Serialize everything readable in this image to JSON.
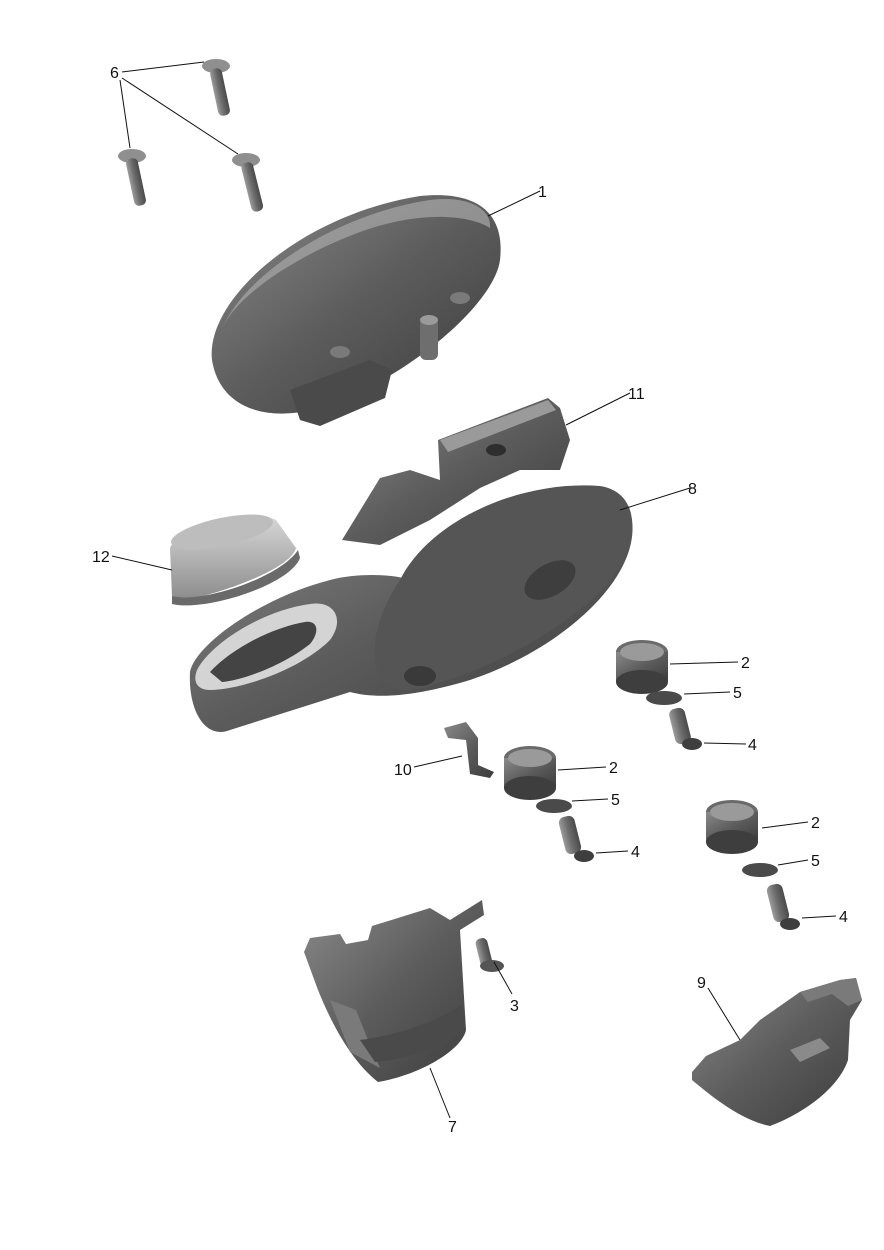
{
  "diagram": {
    "style": "exploded parts view",
    "part_color": "#5b5b5b",
    "part_highlight": "#9a9a9a",
    "background": "#ffffff"
  },
  "callouts": [
    {
      "id": "c6",
      "label": "6"
    },
    {
      "id": "c1",
      "label": "1"
    },
    {
      "id": "c11",
      "label": "11"
    },
    {
      "id": "c8",
      "label": "8"
    },
    {
      "id": "c12",
      "label": "12"
    },
    {
      "id": "c2a",
      "label": "2"
    },
    {
      "id": "c5a",
      "label": "5"
    },
    {
      "id": "c4a",
      "label": "4"
    },
    {
      "id": "c10",
      "label": "10"
    },
    {
      "id": "c2b",
      "label": "2"
    },
    {
      "id": "c5b",
      "label": "5"
    },
    {
      "id": "c4b",
      "label": "4"
    },
    {
      "id": "c2c",
      "label": "2"
    },
    {
      "id": "c5c",
      "label": "5"
    },
    {
      "id": "c4c",
      "label": "4"
    },
    {
      "id": "c3",
      "label": "3"
    },
    {
      "id": "c9",
      "label": "9"
    },
    {
      "id": "c7",
      "label": "7"
    }
  ]
}
